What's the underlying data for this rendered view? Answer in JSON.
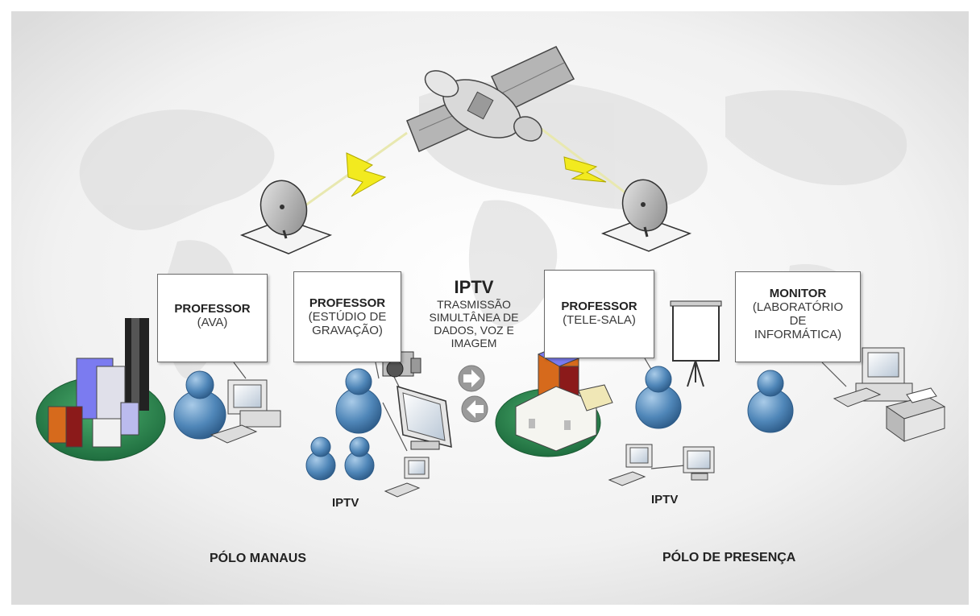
{
  "boxes": {
    "manaus_ava": {
      "title": "PROFESSOR",
      "lines": [
        "(AVA)"
      ]
    },
    "manaus_studio": {
      "title": "PROFESSOR",
      "lines": [
        "(ESTÚDIO DE",
        "GRAVAÇÃO)"
      ]
    },
    "presenca_telesala": {
      "title": "PROFESSOR",
      "lines": [
        "(TELE-SALA)"
      ]
    },
    "presenca_monitor": {
      "title": "MONITOR",
      "lines": [
        "(LABORATÓRIO",
        "DE",
        "INFORMÁTICA)"
      ]
    }
  },
  "center": {
    "title": "IPTV",
    "lines": [
      "TRASMISSÃO",
      "SIMULTÂNEA DE",
      "DADOS, VOZ E",
      "IMAGEM"
    ]
  },
  "iptv_labels": {
    "left": "IPTV",
    "right": "IPTV"
  },
  "poles": {
    "left": "PÓLO MANAUS",
    "right": "PÓLO DE PRESENÇA"
  },
  "colors": {
    "person": "#4f86b8",
    "lightning": "#f2ea1f",
    "ground_ellipse": "#2e8b57",
    "building_blue": "#7b7bf0",
    "building_red": "#8b1a1a",
    "building_orange": "#d66a1c"
  }
}
